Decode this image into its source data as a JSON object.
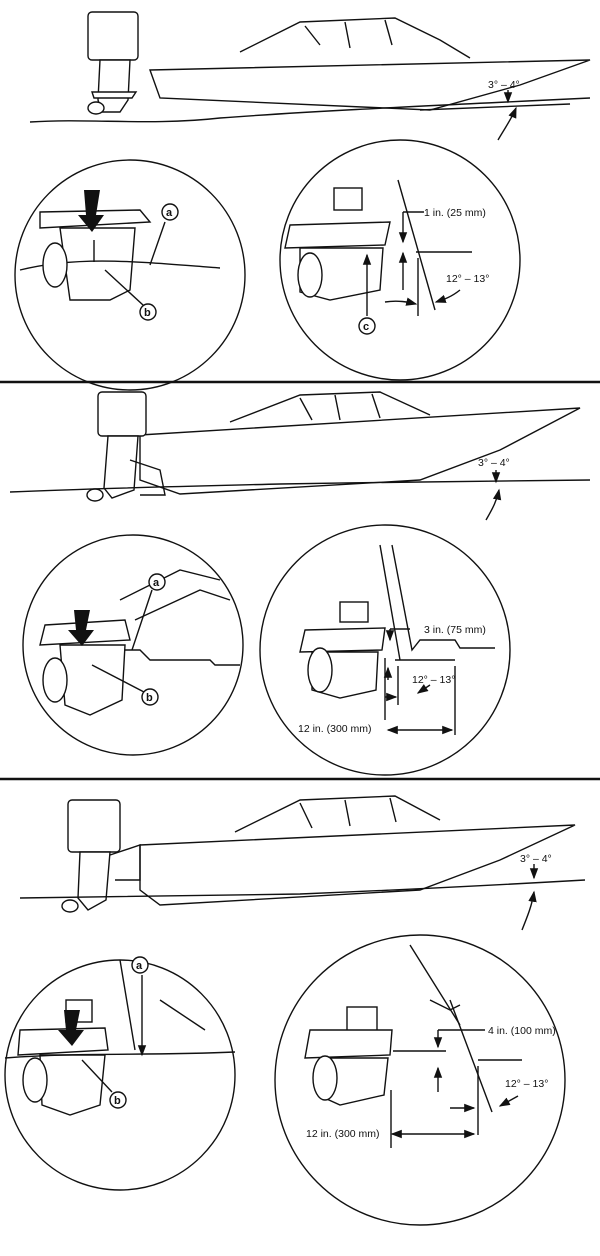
{
  "panels": [
    {
      "boat_angle": "3° – 4°",
      "detail_left": {
        "callout_a": "a",
        "callout_b": "b"
      },
      "detail_right": {
        "height": "1 in. (25 mm)",
        "angle": "12° – 13°",
        "callout_c": "c"
      }
    },
    {
      "boat_angle": "3° – 4°",
      "detail_left": {
        "callout_a": "a",
        "callout_b": "b"
      },
      "detail_right": {
        "height": "3 in. (75 mm)",
        "angle": "12° – 13°",
        "distance": "12 in. (300 mm)"
      }
    },
    {
      "boat_angle": "3° – 4°",
      "detail_left": {
        "callout_a": "a",
        "callout_b": "b"
      },
      "detail_right": {
        "height": "4 in. (100 mm)",
        "angle": "12° – 13°",
        "distance": "12 in. (300 mm)"
      }
    }
  ]
}
